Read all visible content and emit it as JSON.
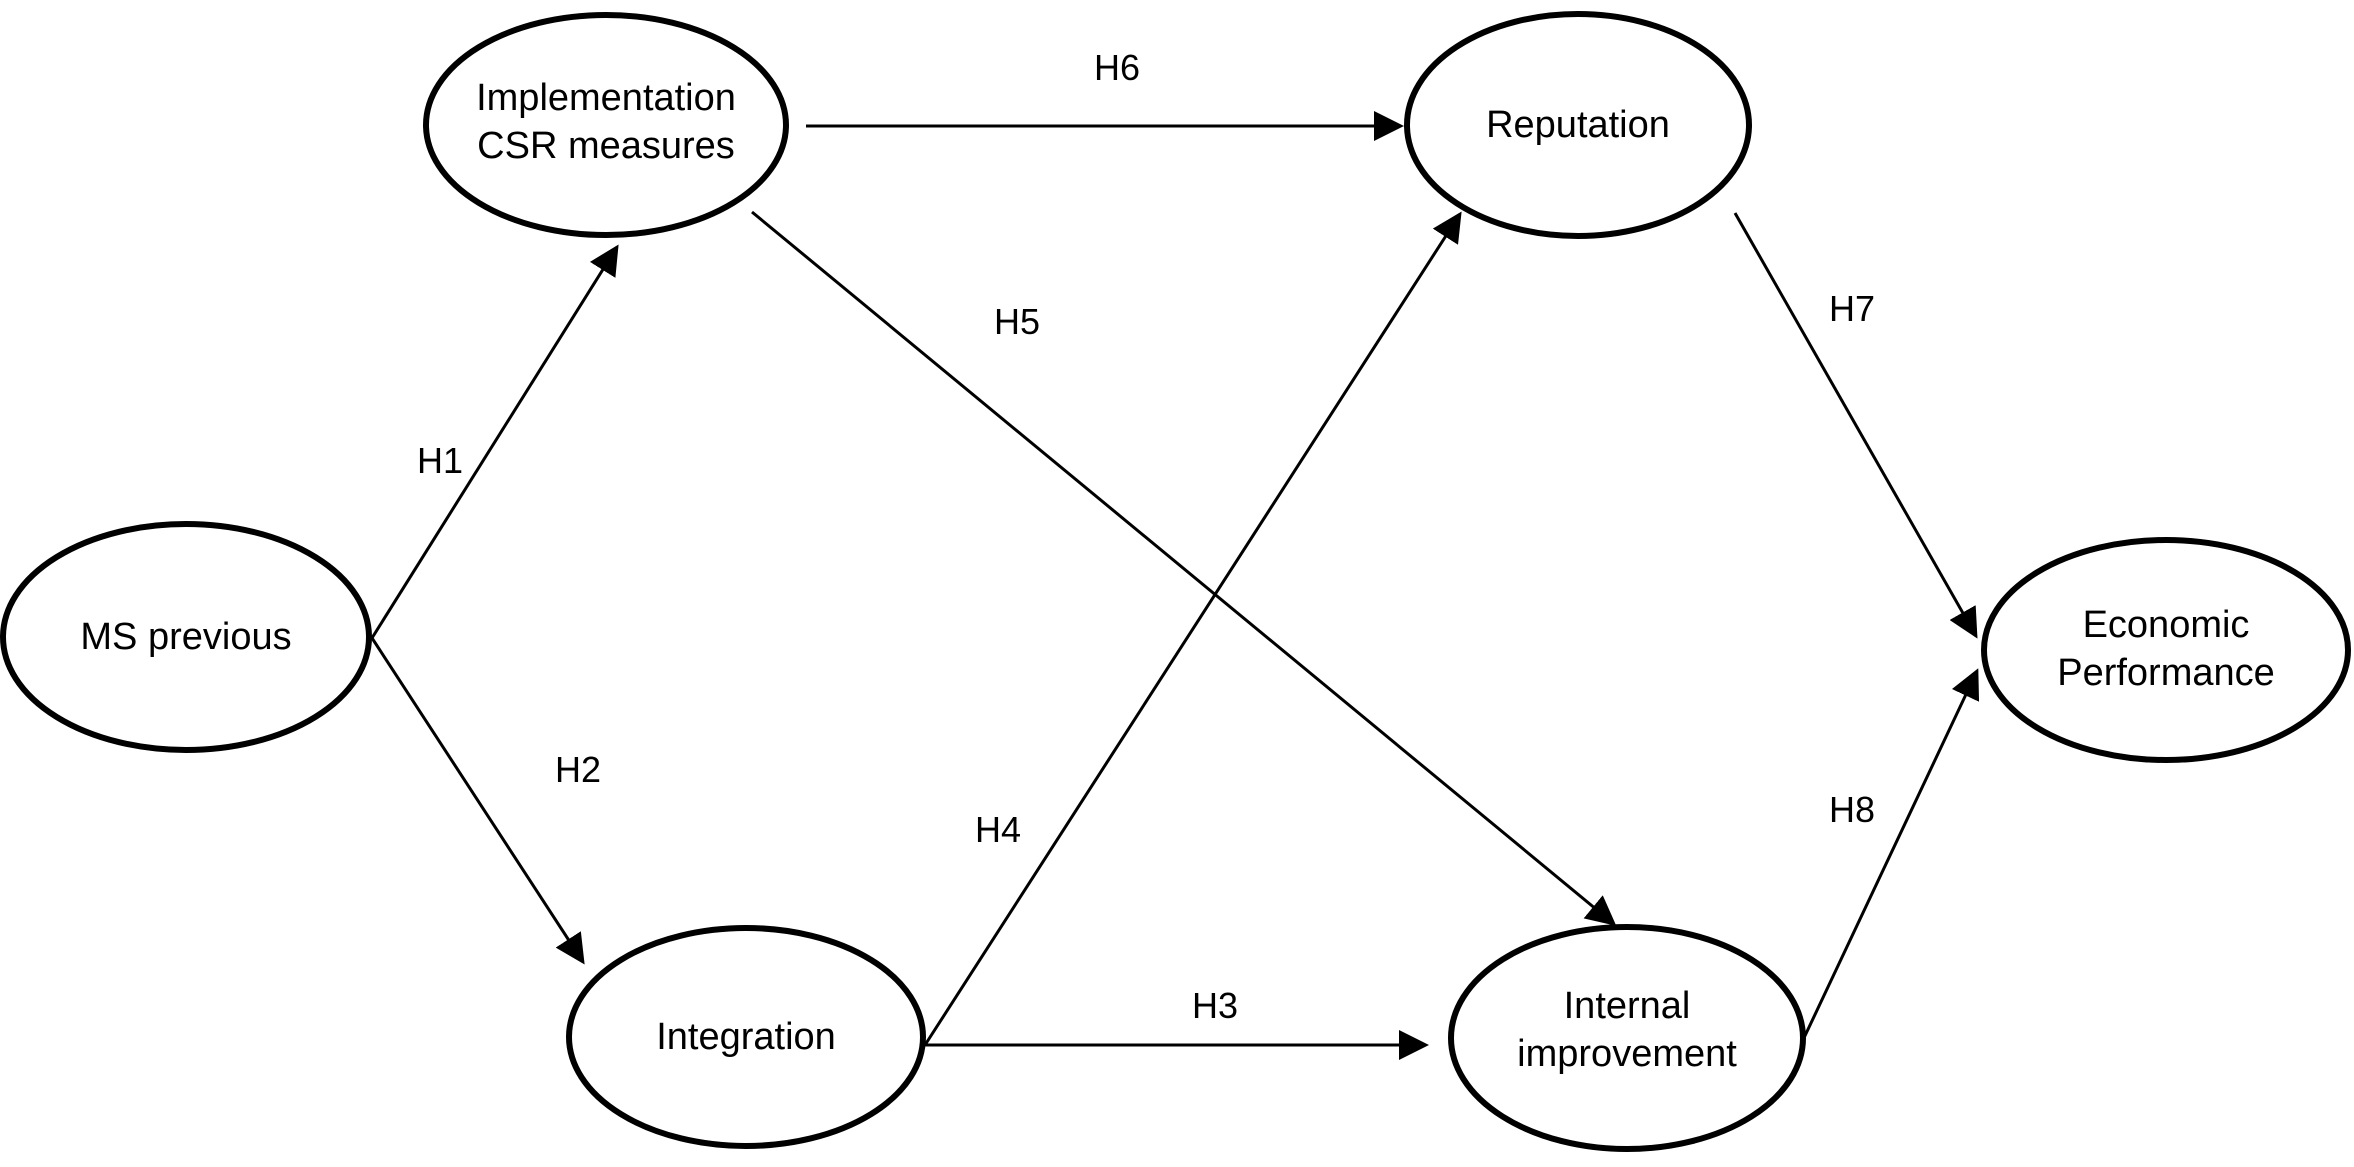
{
  "nodes": {
    "ms_previous": {
      "lines": [
        "MS previous"
      ]
    },
    "implementation": {
      "lines": [
        "Implementation",
        "CSR measures"
      ]
    },
    "integration": {
      "lines": [
        "Integration"
      ]
    },
    "reputation": {
      "lines": [
        "Reputation"
      ]
    },
    "internal": {
      "lines": [
        "Internal",
        "improvement"
      ]
    },
    "economic": {
      "lines": [
        "Economic",
        "Performance"
      ]
    }
  },
  "edges": [
    {
      "id": "h1",
      "label": "H1",
      "from": "ms_previous",
      "to": "implementation"
    },
    {
      "id": "h2",
      "label": "H2",
      "from": "ms_previous",
      "to": "integration"
    },
    {
      "id": "h3",
      "label": "H3",
      "from": "integration",
      "to": "internal"
    },
    {
      "id": "h4",
      "label": "H4",
      "from": "integration",
      "to": "reputation"
    },
    {
      "id": "h5",
      "label": "H5",
      "from": "implementation",
      "to": "internal"
    },
    {
      "id": "h6",
      "label": "H6",
      "from": "implementation",
      "to": "reputation"
    },
    {
      "id": "h7",
      "label": "H7",
      "from": "reputation",
      "to": "economic"
    },
    {
      "id": "h8",
      "label": "H8",
      "from": "internal",
      "to": "economic"
    }
  ]
}
